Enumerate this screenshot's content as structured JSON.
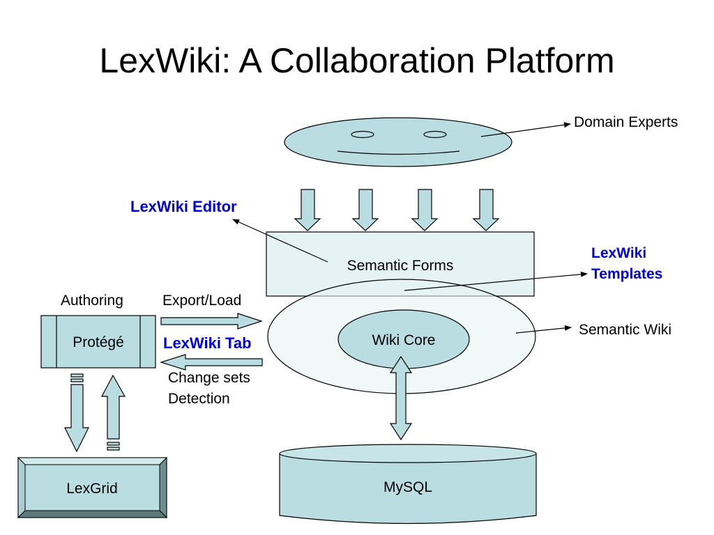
{
  "title": "LexWiki: A Collaboration Platform",
  "nodes": {
    "semantic_forms": "Semantic Forms",
    "wiki_core": "Wiki Core",
    "protege": "Protégé",
    "lexgrid": "LexGrid",
    "mysql": "MySQL"
  },
  "labels": {
    "domain_experts": "Domain Experts",
    "lexwiki_editor": "LexWiki Editor",
    "lexwiki_templates_line1": "LexWiki",
    "lexwiki_templates_line2": "Templates",
    "semantic_wiki": "Semantic Wiki",
    "authoring": "Authoring",
    "export_load": "Export/Load",
    "lexwiki_tab": "LexWiki Tab",
    "change_sets_line1": "Change sets",
    "change_sets_line2": "Detection"
  },
  "colors": {
    "fill": "#b9dde1",
    "fill_light": "#e6f3f4",
    "outline": "#000000",
    "blue_label": "#0000dd"
  }
}
